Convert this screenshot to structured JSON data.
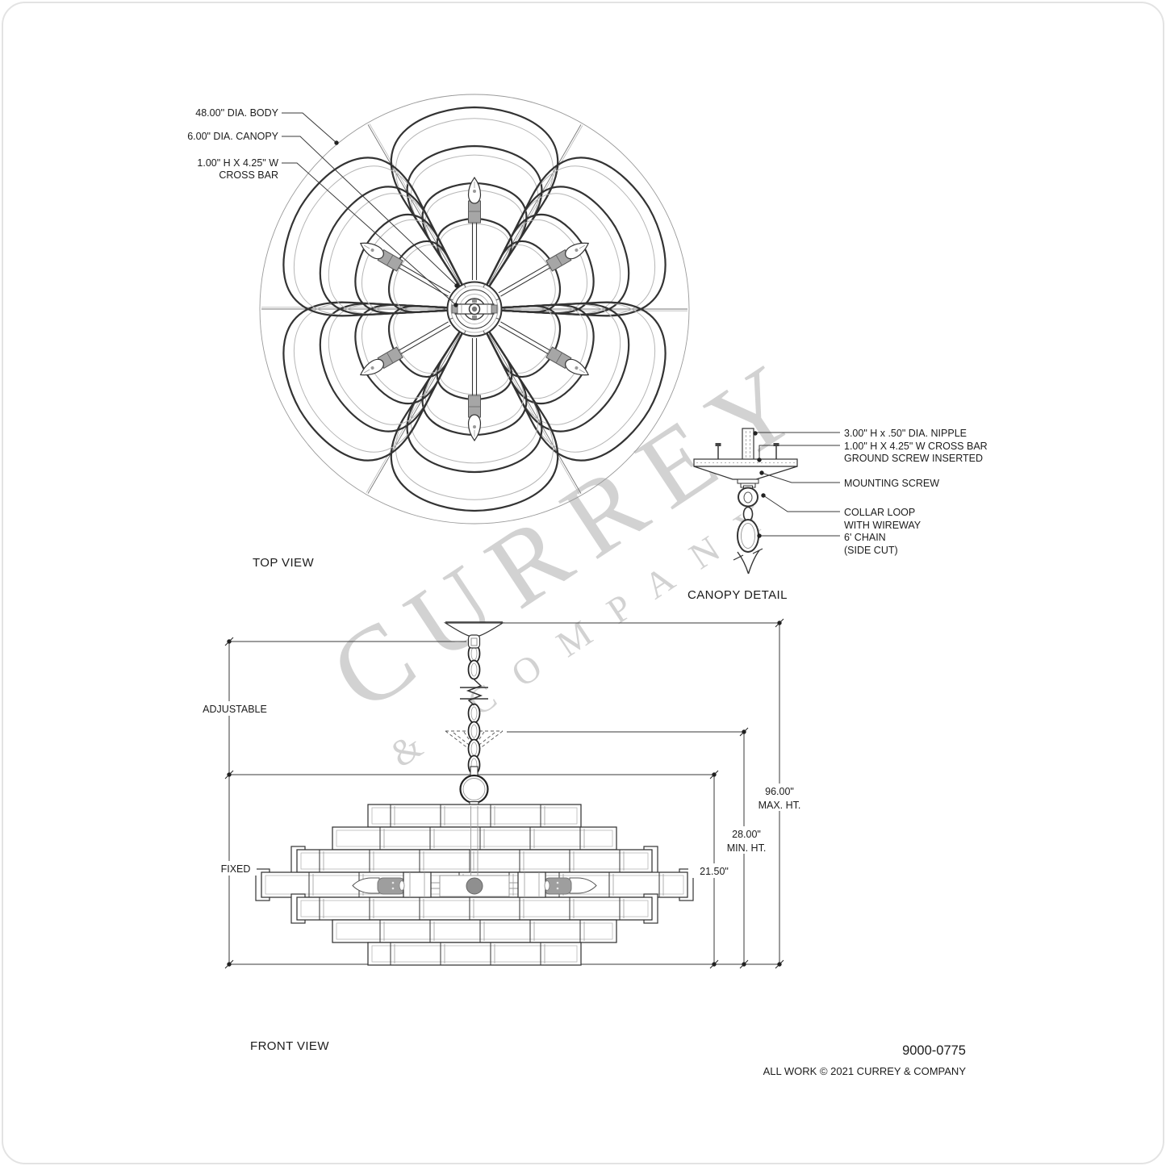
{
  "colors": {
    "line": "#333333",
    "light_line": "#b6b6b6",
    "gray_fill": "#a6a6a6",
    "watermark": "#cbcbcb",
    "text": "#1c1c1c"
  },
  "watermark": {
    "line1": "CURREY",
    "line2": "& COMPANY"
  },
  "top_view": {
    "title": "TOP VIEW",
    "label_body": "48.00'' DIA. BODY",
    "label_canopy": "6.00\" DIA. CANOPY",
    "label_crossbar_1": "1.00\" H X 4.25\" W",
    "label_crossbar_2": "CROSS BAR"
  },
  "canopy_detail": {
    "title": "CANOPY DETAIL",
    "label_nipple": "3.00\" H x .50\" DIA. NIPPLE",
    "label_crossbar_1": "1.00\" H X 4.25\" W CROSS BAR",
    "label_crossbar_2": "GROUND SCREW INSERTED",
    "label_mounting_screw": "MOUNTING SCREW",
    "label_collar_1": "COLLAR LOOP",
    "label_collar_2": "WITH WIREWAY",
    "label_chain_1": "6' CHAIN",
    "label_chain_2": "(SIDE CUT)"
  },
  "front_view": {
    "title": "FRONT VIEW",
    "label_adjustable": "ADJUSTABLE",
    "label_fixed": "FIXED",
    "dim_max_1": "96.00\"",
    "dim_max_2": "MAX. HT.",
    "dim_min_1": "28.00\"",
    "dim_min_2": "MIN. HT.",
    "dim_body": "21.50\""
  },
  "footer": {
    "part_number": "9000-0775",
    "copyright": "ALL WORK © 2021 CURREY & COMPANY"
  }
}
